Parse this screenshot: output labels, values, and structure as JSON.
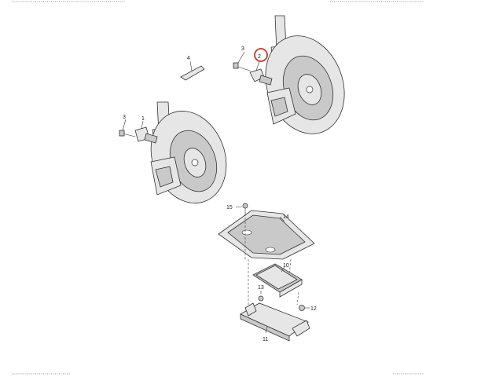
{
  "callouts": {
    "c1": "1",
    "c2": "2",
    "c3a": "3",
    "c3b": "3",
    "c4": "4",
    "c10": "10",
    "c11": "11",
    "c12": "12",
    "c13": "13",
    "c14": "14",
    "c15": "15"
  },
  "colors": {
    "highlight_ring": "#c0392b",
    "line": "#333333",
    "part_fill": "#e6e6e6"
  }
}
